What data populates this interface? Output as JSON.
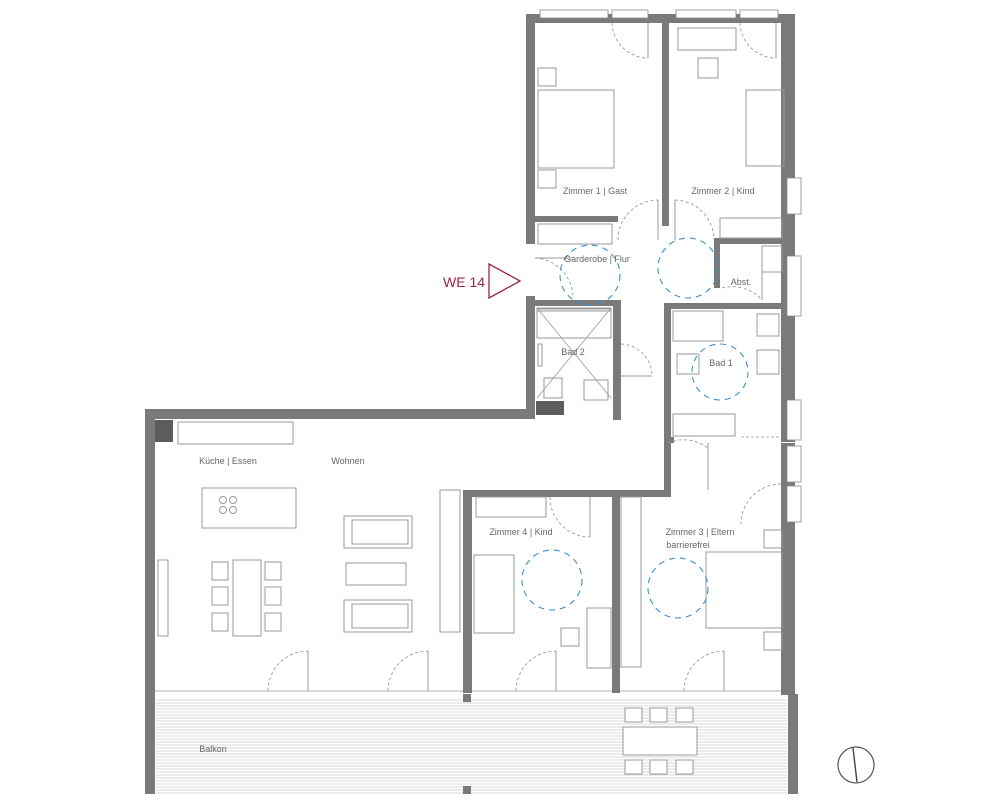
{
  "unit": {
    "label": "WE 14",
    "accent_color": "#9b2346"
  },
  "rooms": {
    "zimmer1": "Zimmer 1 | Gast",
    "zimmer2": "Zimmer 2 | Kind",
    "garderobe": "Garderobe | Flur",
    "abst": "Abst.",
    "bad2": "Bad 2",
    "bad1": "Bad 1",
    "kueche": "Küche | Essen",
    "wohnen": "Wohnen",
    "zimmer4": "Zimmer 4 | Kind",
    "zimmer3_line1": "Zimmer 3 | Eltern",
    "zimmer3_line2": "barrierefrei",
    "balkon": "Balkon"
  },
  "icons": {
    "north": "north-arrow-icon",
    "entrance": "entrance-triangle-icon"
  },
  "colors": {
    "wall": "#7a7a7a",
    "furniture": "#9a9a9a",
    "turning_circle": "#3b8fd1"
  }
}
